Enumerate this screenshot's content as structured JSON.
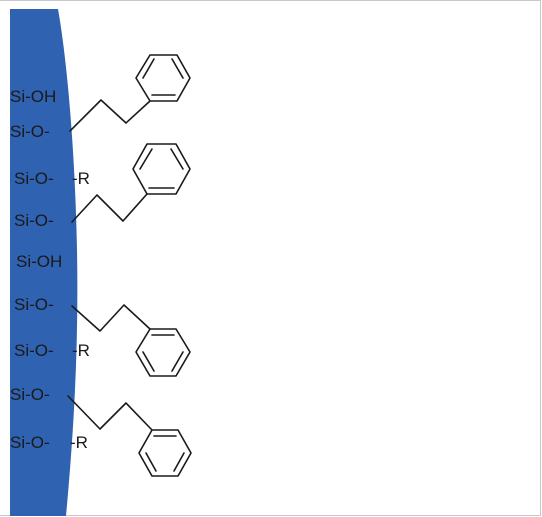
{
  "surface": {
    "color": "#2f62b0"
  },
  "groups": [
    {
      "prefix": "Si-OH",
      "suffix": "",
      "chain": false
    },
    {
      "prefix": "Si-O-",
      "suffix": "",
      "chain": true
    },
    {
      "prefix": "Si-O-",
      "suffix": "-R",
      "chain": false
    },
    {
      "prefix": "Si-O-",
      "suffix": "",
      "chain": true
    },
    {
      "prefix": "Si-OH",
      "suffix": "",
      "chain": false
    },
    {
      "prefix": "Si-O-",
      "suffix": "",
      "chain": true
    },
    {
      "prefix": "Si-O-",
      "suffix": "-R",
      "chain": false
    },
    {
      "prefix": "Si-O-",
      "suffix": "",
      "chain": true
    },
    {
      "prefix": "Si-O-",
      "suffix": "-R",
      "chain": false
    }
  ],
  "phenyl_icon": "benzene-ring-icon"
}
